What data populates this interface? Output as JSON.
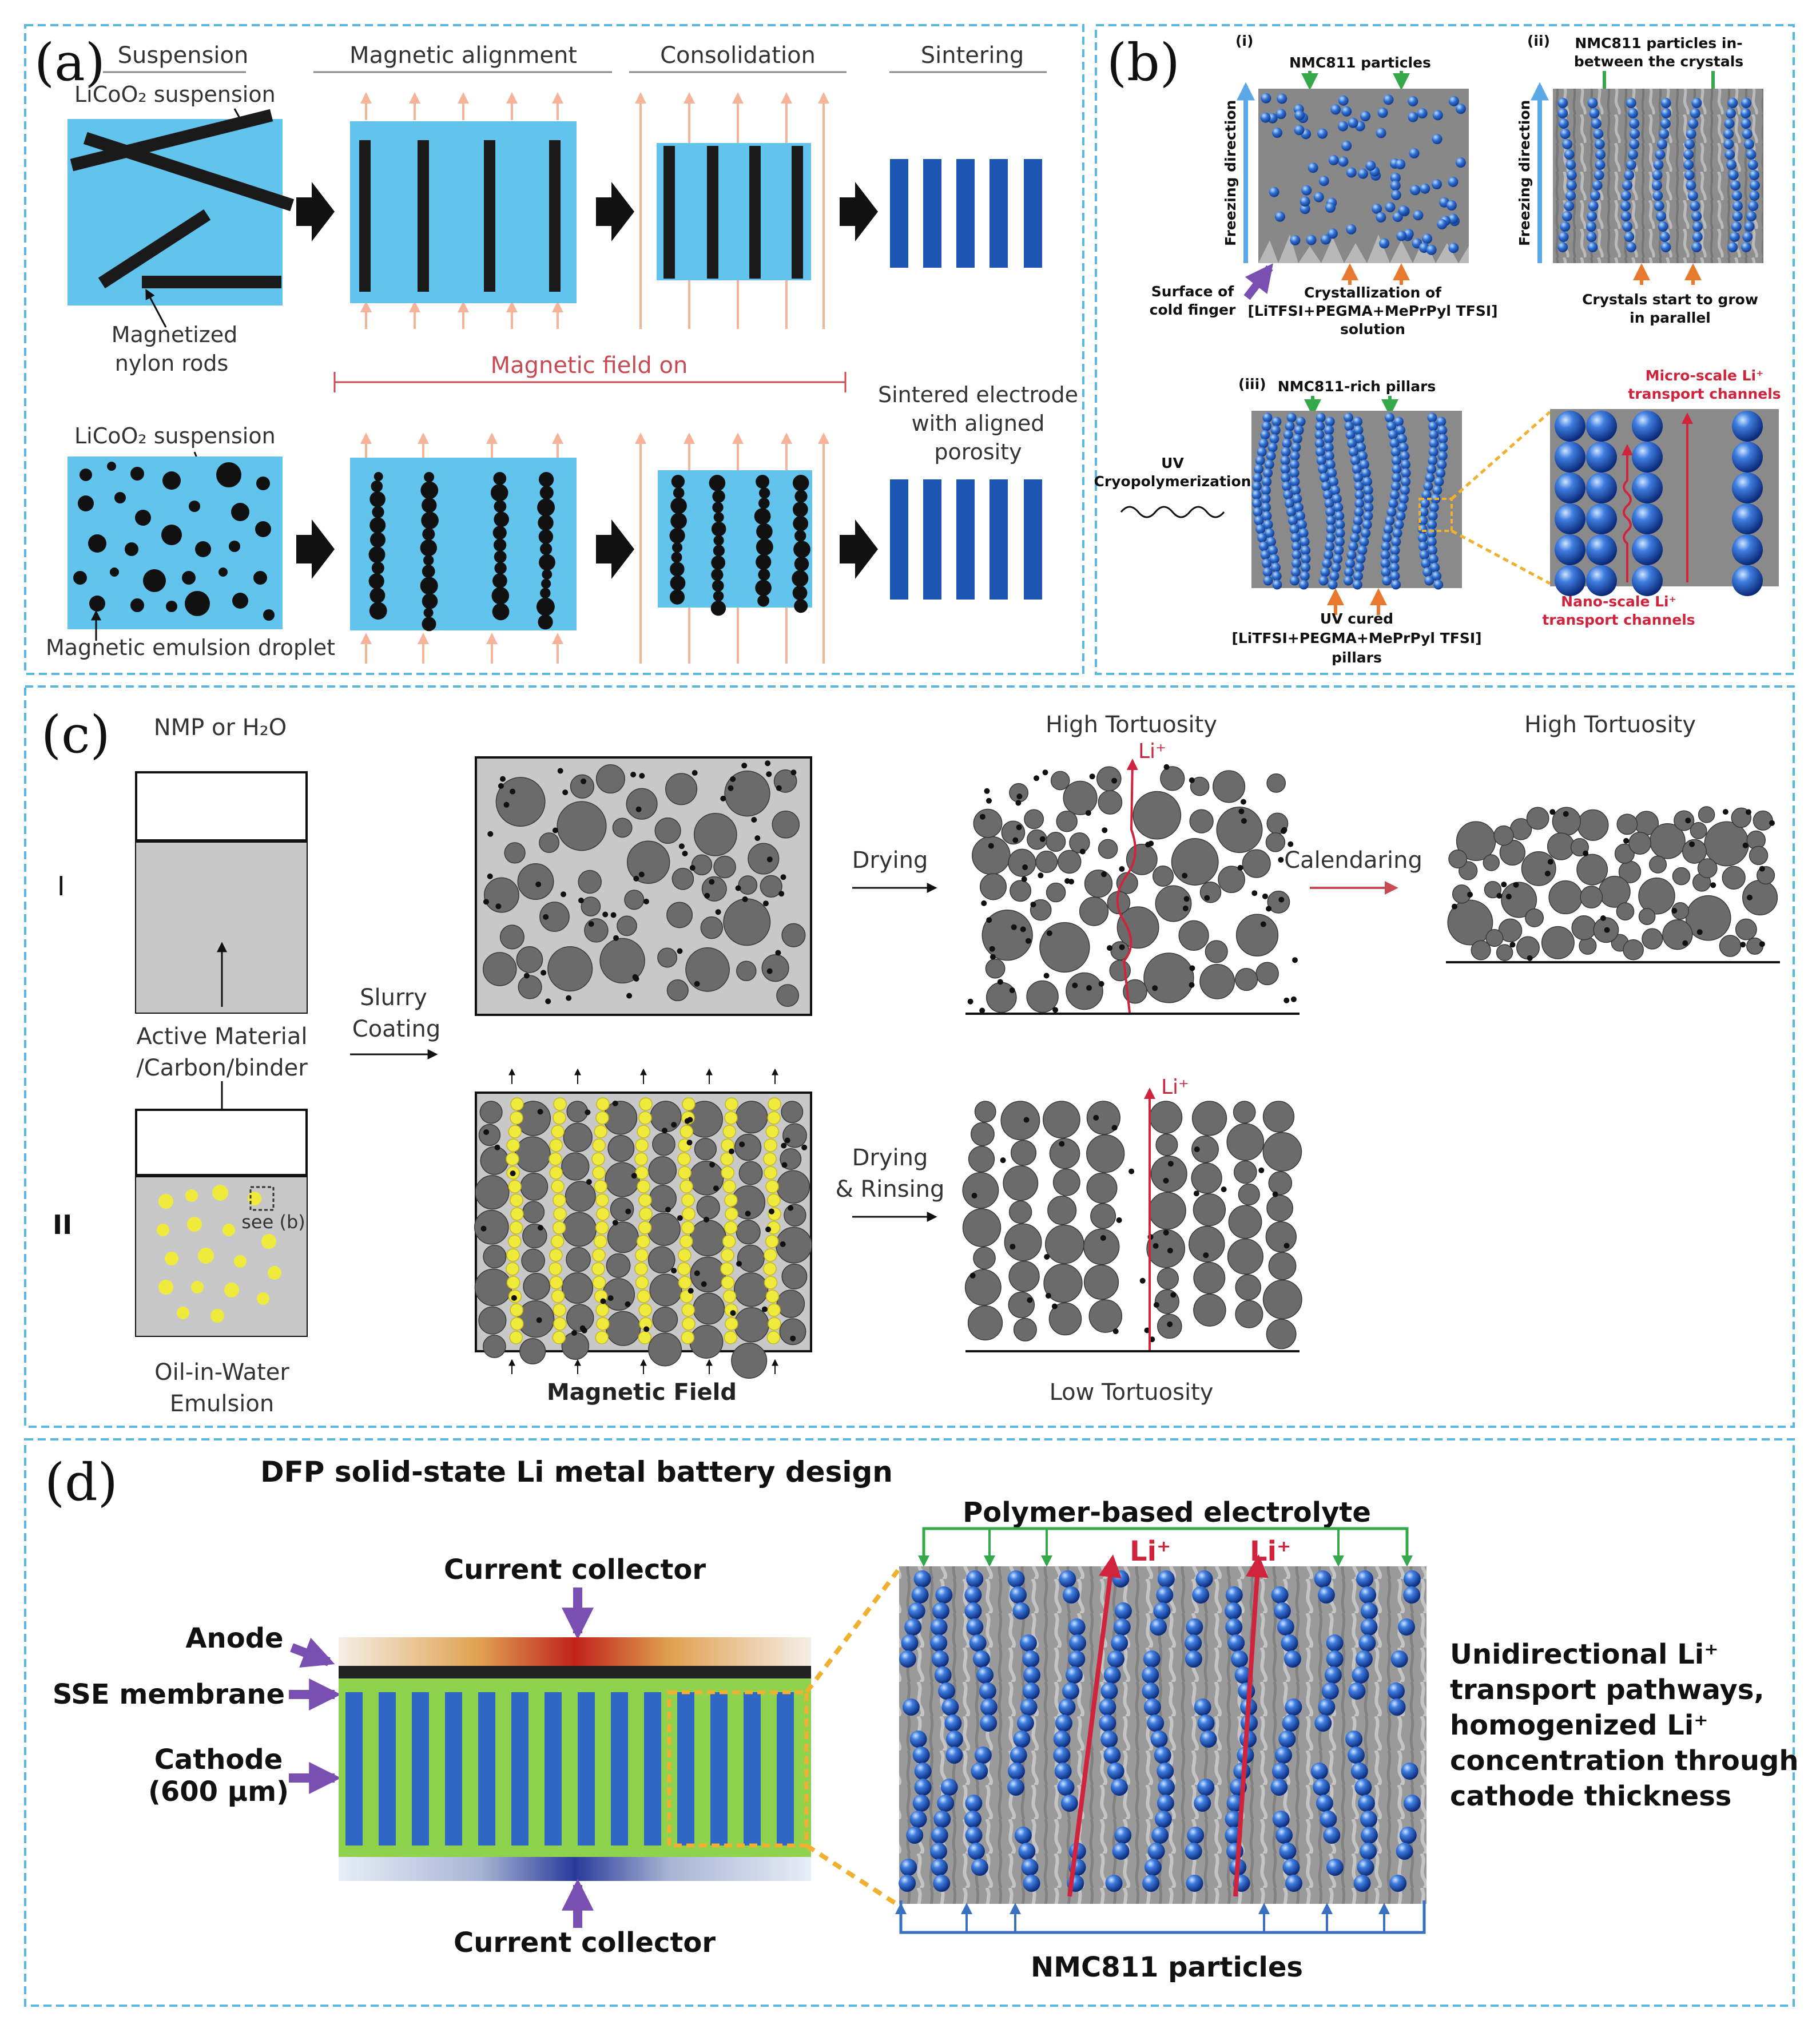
{
  "panel_a": {
    "letter": "(a)",
    "headers": [
      "Suspension",
      "Magnetic alignment",
      "Consolidation",
      "Sintering"
    ],
    "top_suspension_label": "LiCoO₂ suspension",
    "rods_label_line1": "Magnetized",
    "rods_label_line2": "nylon rods",
    "field_label": "Magnetic field on",
    "sintered_line1": "Sintered electrode",
    "sintered_line2": "with aligned",
    "sintered_line3": "porosity",
    "bottom_suspension_label": "LiCoO₂ suspension",
    "droplet_label": "Magnetic emulsion droplet"
  },
  "panel_b": {
    "letter": "(b)",
    "i_label": "(i)",
    "ii_label": "(ii)",
    "iii_label": "(iii)",
    "nmc_particles": "NMC811 particles",
    "freezing": "Freezing direction",
    "surface_line1": "Surface of",
    "surface_line2": "cold finger",
    "cryst_line1": "Crystallization of",
    "cryst_line2": "[LiTFSI+PEGMA+MePrPyl TFSI]",
    "cryst_line3": "solution",
    "between_line1": "NMC811 particles in-",
    "between_line2": "between the crystals",
    "grow_line1": "Crystals start to grow",
    "grow_line2": "in parallel",
    "pillars_label": "NMC811-rich pillars",
    "uv": "UV",
    "cryo": "Cryopolymerization",
    "cured_line1": "UV cured",
    "cured_line2": "[LiTFSI+PEGMA+MePrPyl TFSI]",
    "cured_line3": "pillars",
    "micro_line1": "Micro-scale Li⁺",
    "micro_line2": "transport channels",
    "nano_line1": "Nano-scale Li⁺",
    "nano_line2": "transport channels"
  },
  "panel_c": {
    "letter": "(c)",
    "solvent": "NMP or H₂O",
    "row1": "I",
    "row2": "II",
    "active_line1": "Active Material",
    "active_line2": "/Carbon/binder",
    "see_b": "see (b)",
    "oil_line1": "Oil-in-Water",
    "oil_line2": "Emulsion",
    "slurry_line1": "Slurry",
    "slurry_line2": "Coating",
    "drying": "Drying",
    "high_tort_1": "High Tortuosity",
    "li": "Li⁺",
    "calendaring": "Calendaring",
    "high_tort_2": "High Tortuosity",
    "drying_rinsing_line1": "Drying",
    "drying_rinsing_line2": "& Rinsing",
    "magnetic_field": "Magnetic Field",
    "low_tort": "Low Tortuosity"
  },
  "panel_d": {
    "letter": "(d)",
    "title": "DFP solid-state Li metal battery design",
    "current_collector_top": "Current collector",
    "anode": "Anode",
    "sse": "SSE membrane",
    "cathode_line1": "Cathode",
    "cathode_line2": "(600 μm)",
    "current_collector_bottom": "Current collector",
    "electrolyte": "Polymer-based electrolyte",
    "li": "Li⁺",
    "nmc": "NMC811 particles",
    "uni_line1": "Unidirectional Li⁺",
    "uni_line2": "transport pathways,",
    "uni_line3": "homogenized Li⁺",
    "uni_line4": "concentration through",
    "uni_line5": "cathode thickness"
  },
  "colors": {
    "panel_border": "#5bb8e0",
    "suspension_blue": "#62c3ec",
    "sintered_blue": "#1d55b2",
    "field_arrow": "#f5b39a",
    "freezing_arrow": "#5aa9e6",
    "green_marker": "#35a84a",
    "orange_marker": "#e87a30",
    "purple_marker": "#7a4fb2",
    "li_red": "#d0243c",
    "particle_gray": "#6b6b6b",
    "pore_yellow": "#f0ea3c",
    "sse_green": "#8fd24e",
    "nmc_blue": "#1d4fb4"
  }
}
